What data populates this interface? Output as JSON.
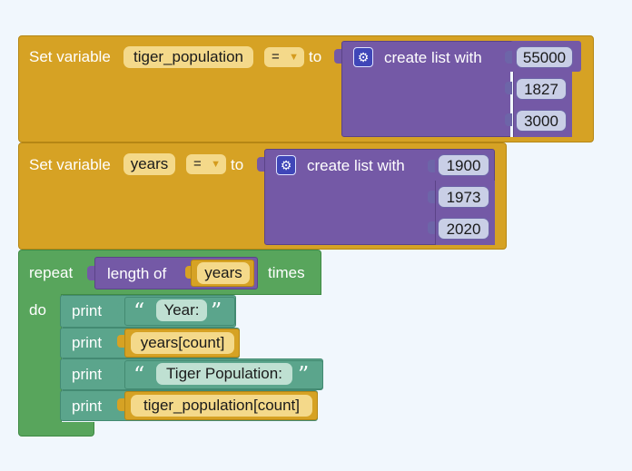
{
  "colors": {
    "variable_block": "#d6a224",
    "list_block": "#7459a6",
    "loop_block": "#58a55c",
    "text_block": "#5ba58c",
    "background": "#f1f7fd"
  },
  "set1": {
    "label": "Set variable",
    "variable": "tiger_population",
    "operator": "=",
    "to": "to",
    "list_label": "create list with",
    "items": [
      "55000",
      "1827",
      "3000"
    ]
  },
  "set2": {
    "label": "Set variable",
    "variable": "years",
    "operator": "=",
    "to": "to",
    "list_label": "create list with",
    "items": [
      "1900",
      "1973",
      "2020"
    ]
  },
  "loop": {
    "repeat": "repeat",
    "length_label": "length of",
    "length_var": "years",
    "times": "times",
    "do": "do"
  },
  "prints": [
    {
      "label": "print",
      "value": "Year:"
    },
    {
      "label": "print",
      "value": "years[count]"
    },
    {
      "label": "print",
      "value": "Tiger Population:"
    },
    {
      "label": "print",
      "value": "tiger_population[count]"
    }
  ],
  "icons": {
    "gear": "gear-icon",
    "caret": "caret-down-icon",
    "open_quote": "open-quote-icon",
    "close_quote": "close-quote-icon"
  }
}
